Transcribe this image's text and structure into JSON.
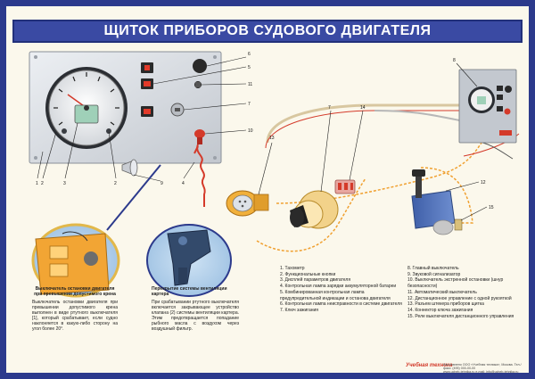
{
  "title": "ЩИТОК ПРИБОРОВ СУДОВОГО ДВИГАТЕЛЯ",
  "numbers": {
    "n1": "1",
    "n2": "2",
    "n3": "3",
    "n2b": "2",
    "n9": "9",
    "n4": "4",
    "n6": "6",
    "n5": "5",
    "n11": "11",
    "n7": "7",
    "n10": "10",
    "n13": "13",
    "n7b": "7",
    "n14": "14",
    "n8": "8",
    "n12": "12",
    "n15": "15"
  },
  "callout_left": {
    "heading": "Выключатель остановки двигателя при превышении допустимого крена",
    "body": "Выключатель остановки двигателя при превышении допустимого крена выполнен в виде ртутного выключателя [1], который срабатывает, если судно наклоняется в какую-либо сторону на угол более 20°."
  },
  "callout_right": {
    "heading": "Перекрытие системы вентиляции картера",
    "body": "При срабатывании ртутного выключателя включается закрывающее устройство клапана (2) системы вентиляции картера. Этим предотвращается попадание рыбного масла с воздухом через воздушный фильтр."
  },
  "legend_left": [
    "1. Тахометр",
    "2. Функциональные кнопки",
    "3. Дисплей параметров двигателя",
    "4. Контрольная лампа зарядки аккумуляторной батареи",
    "5. Комбинированная контрольная лампа предупредительной индикации и останова двигателя",
    "6. Контрольная лампа неисправности в системе двигателя",
    "7. Ключ зажигания"
  ],
  "legend_right": [
    "8. Главный выключатель",
    "9. Звуковой сигнализатор",
    "10. Выключатель экстренной остановки (шнур безопасности)",
    "11. Автоматический выключатель",
    "12. Дистанционное управление с одной рукояткой",
    "13. Разъем штекера приборов щитка",
    "14. Коннектор ключа зажигания",
    "15. Реле выключателя дистанционного управления"
  ],
  "footer": [
    "Изготовлено ООО «Учебная техника», Москва. Тел./факс: (495) 000-00-00",
    "www.ucheb-tehnika.ru  e-mail: info@ucheb-tehnika.ru"
  ],
  "brand": "Учебная техника",
  "colors": {
    "frame": "#2c3a8c",
    "title_bg": "#3a4aa3",
    "panel": "#d9dde3",
    "wire_red": "#d43a2a",
    "wire_orange": "#f0a030",
    "callout_bg": "#b8d4ec",
    "engine_orange": "#f2a534",
    "control_blue": "#4a6fb5"
  }
}
